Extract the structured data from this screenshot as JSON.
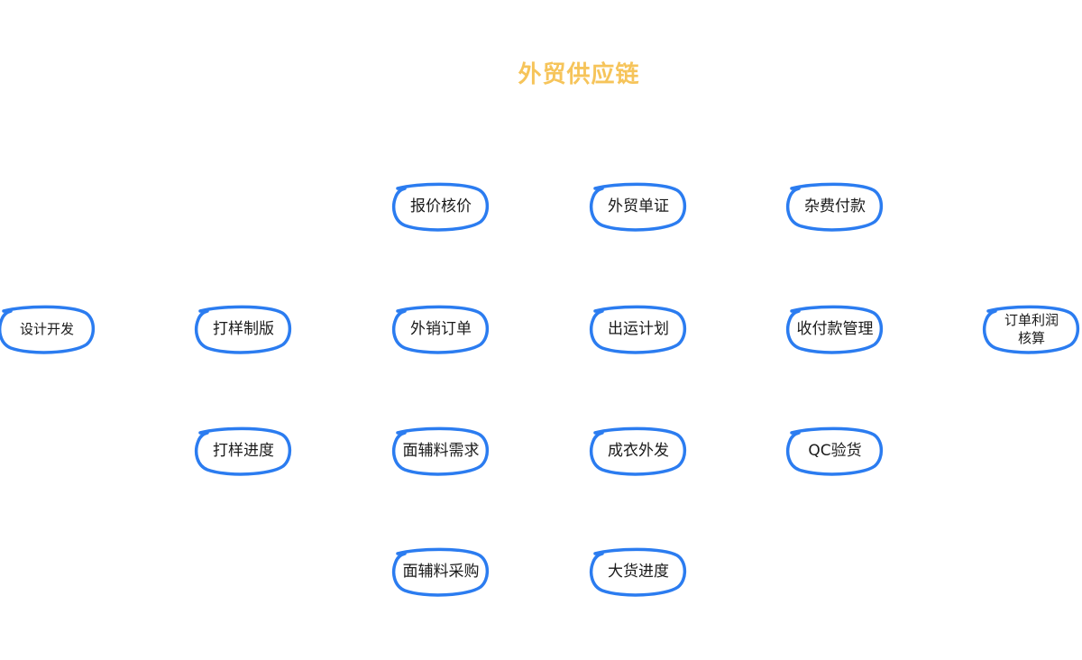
{
  "title": "外贸供应链",
  "outline_color": "#2B7CF0",
  "title_color": "#F6C45A",
  "nodes": {
    "design_dev": "设计开发",
    "sample_making": "打样制版",
    "sample_progress": "打样进度",
    "quote_pricing": "报价核价",
    "export_order": "外销订单",
    "material_demand": "面辅料需求",
    "material_purchase": "面辅料采购",
    "trade_documents": "外贸单证",
    "shipping_plan": "出运计划",
    "garment_outsourcing": "成衣外发",
    "bulk_progress": "大货进度",
    "misc_payment": "杂费付款",
    "payment_management": "收付款管理",
    "qc_inspection": "QC验货",
    "order_profit": "订单利润核算"
  }
}
